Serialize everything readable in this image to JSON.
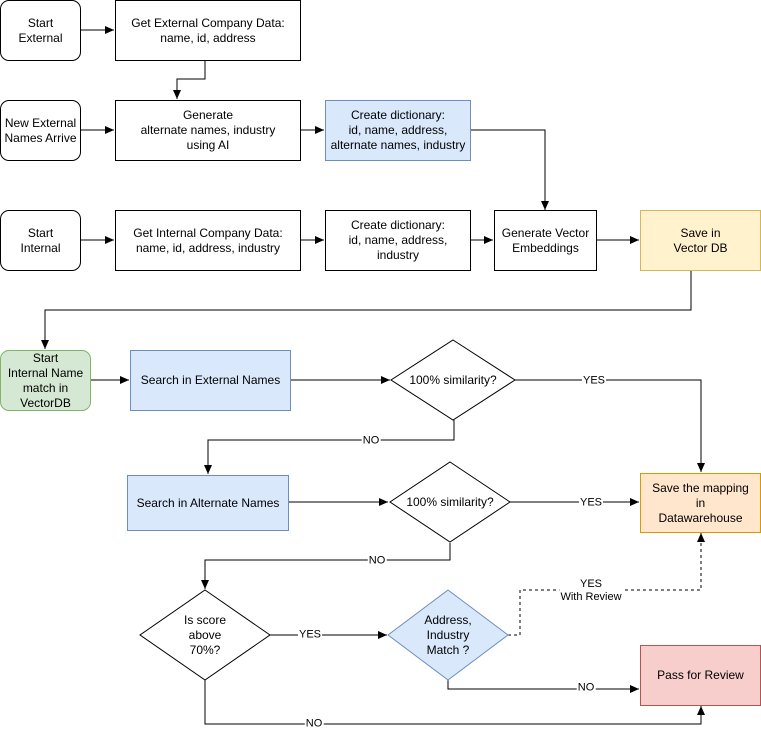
{
  "nodes": {
    "start_external": "Start\nExternal",
    "get_external": "Get External Company Data:\nname, id, address",
    "new_external": "New  External\nNames Arrive",
    "generate_alt": "Generate\nalternate names, industry\nusing AI",
    "create_dict_external": "Create dictionary:\nid, name, address,\nalternate names, industry",
    "start_internal": "Start\nInternal",
    "get_internal": "Get Internal Company Data:\nname, id, address, industry",
    "create_dict_internal": "Create dictionary:\nid, name, address,\nindustry",
    "generate_vectors": "Generate Vector\nEmbeddings",
    "save_vector_db": "Save in\nVector DB",
    "start_match": "Start\nInternal Name\nmatch in\nVectorDB",
    "search_external": "Search in External Names",
    "similarity_1": "100% similarity?",
    "search_alternate": "Search in Alternate Names",
    "similarity_2": "100% similarity?",
    "save_mapping": "Save the mapping\nin\nDatawarehouse",
    "score_above": "Is score\nabove\n70%?",
    "address_match": "Address,\nIndustry\nMatch ?",
    "pass_review": "Pass for Review"
  },
  "edge_labels": {
    "yes_1": "YES",
    "no_1": "NO",
    "yes_2": "YES",
    "no_2": "NO",
    "yes_score": "YES",
    "yes_review": "YES\nWith Review",
    "no_address": "NO",
    "no_score": "NO"
  },
  "colors": {
    "blue_fill": "#dae8fc",
    "blue_stroke": "#6c8ebf",
    "yellow_fill": "#fff2cc",
    "yellow_stroke": "#d6b656",
    "orange_fill": "#ffe6cc",
    "orange_stroke": "#d79b00",
    "green_fill": "#d5e8d4",
    "green_stroke": "#82b366",
    "red_fill": "#f8cecc",
    "red_stroke": "#b85450"
  }
}
